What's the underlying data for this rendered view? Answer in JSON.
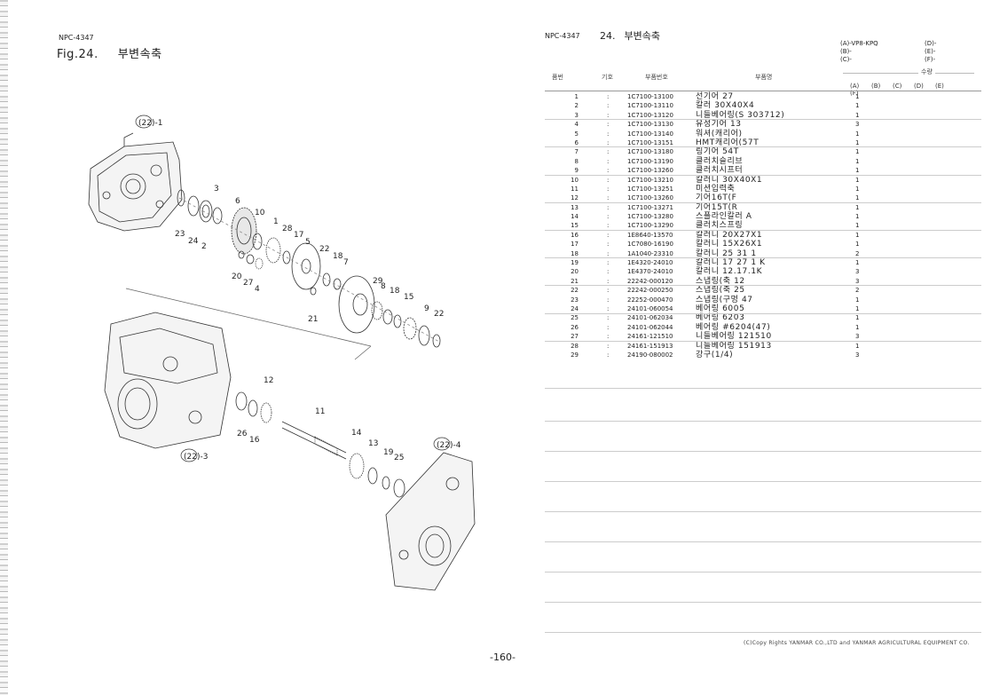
{
  "left_page": {
    "code": "NPC-4347",
    "fig_label": "Fig.24.",
    "fig_title": "부변속축",
    "callouts": {
      "c22_1": "(22)-1",
      "c22_3": "(22)-3",
      "c22_4": "(22)-4",
      "nums": [
        "3",
        "6",
        "10",
        "1",
        "28",
        "17",
        "5",
        "22",
        "18",
        "7",
        "23",
        "24",
        "2",
        "20",
        "27",
        "4",
        "21",
        "29",
        "8",
        "18",
        "15",
        "9",
        "22",
        "12",
        "11",
        "26",
        "16",
        "14",
        "13",
        "19",
        "25"
      ]
    }
  },
  "right_page": {
    "code": "NPC-4347",
    "section_no": "24.",
    "section_title": "부변속축",
    "models": {
      "a": "(A)-VP8-KPQ",
      "b": "(B)-",
      "c": "(C)-",
      "d": "(D)-",
      "e": "(E)-",
      "f": "(F)-"
    },
    "headers": {
      "no": "품번",
      "group": "기호",
      "part_no": "부품번호",
      "name": "부품명",
      "qty": "수량"
    },
    "qty_cols": [
      "(A)",
      "(B)",
      "(C)",
      "(D)",
      "(E)",
      "(F)"
    ],
    "parts": [
      {
        "no": "1",
        "grp": ":",
        "pno": "1C7100-13100",
        "name": "선기어 27",
        "qty": "1"
      },
      {
        "no": "2",
        "grp": ":",
        "pno": "1C7100-13110",
        "name": "칼러 30X40X4",
        "qty": "1"
      },
      {
        "no": "3",
        "grp": ":",
        "pno": "1C7100-13120",
        "name": "니들베어링(S 303712)",
        "qty": "1"
      },
      {
        "no": "4",
        "grp": ":",
        "pno": "1C7100-13130",
        "name": "유성기어 13",
        "qty": "3"
      },
      {
        "no": "5",
        "grp": ":",
        "pno": "1C7100-13140",
        "name": "워셔(캐리어)",
        "qty": "1"
      },
      {
        "no": "6",
        "grp": ":",
        "pno": "1C7100-13151",
        "name": "HMT캐리어(57T",
        "qty": "1"
      },
      {
        "no": "7",
        "grp": ":",
        "pno": "1C7100-13180",
        "name": "링기어 54T",
        "qty": "1"
      },
      {
        "no": "8",
        "grp": ":",
        "pno": "1C7100-13190",
        "name": "클러치슬리브",
        "qty": "1"
      },
      {
        "no": "9",
        "grp": ":",
        "pno": "1C7100-13260",
        "name": "클러치시프터",
        "qty": "1"
      },
      {
        "no": "10",
        "grp": ":",
        "pno": "1C7100-13210",
        "name": "칼러니 30X40X1",
        "qty": "1"
      },
      {
        "no": "11",
        "grp": ":",
        "pno": "1C7100-13251",
        "name": "미션입력축",
        "qty": "1"
      },
      {
        "no": "12",
        "grp": ":",
        "pno": "1C7100-13260",
        "name": "기어16T(F",
        "qty": "1"
      },
      {
        "no": "13",
        "grp": ":",
        "pno": "1C7100-13271",
        "name": "기어15T(R",
        "qty": "1"
      },
      {
        "no": "14",
        "grp": ":",
        "pno": "1C7100-13280",
        "name": "스플라인칼러 A",
        "qty": "1"
      },
      {
        "no": "15",
        "grp": ":",
        "pno": "1C7100-13290",
        "name": "클러치스프링",
        "qty": "1"
      },
      {
        "no": "16",
        "grp": ":",
        "pno": "1E8640-13570",
        "name": "칼러니 20X27X1",
        "qty": "1"
      },
      {
        "no": "17",
        "grp": ":",
        "pno": "1C7080-16190",
        "name": "칼러니 15X26X1",
        "qty": "1"
      },
      {
        "no": "18",
        "grp": ":",
        "pno": "1A1040-23310",
        "name": "칼러니 25 31 1",
        "qty": "2"
      },
      {
        "no": "19",
        "grp": ":",
        "pno": "1E4320-24010",
        "name": "칼러니 17 27 1 K",
        "qty": "1"
      },
      {
        "no": "20",
        "grp": ":",
        "pno": "1E4370-24010",
        "name": "칼러니 12.17.1K",
        "qty": "3"
      },
      {
        "no": "21",
        "grp": ":",
        "pno": "22242-000120",
        "name": "스냅링(축 12",
        "qty": "3"
      },
      {
        "no": "22",
        "grp": ":",
        "pno": "22242-000250",
        "name": "스냅링(축 25",
        "qty": "2"
      },
      {
        "no": "23",
        "grp": ":",
        "pno": "22252-000470",
        "name": "스냅링(구멍 47",
        "qty": "1"
      },
      {
        "no": "24",
        "grp": ":",
        "pno": "24101-060054",
        "name": "베어링 6005",
        "qty": "1"
      },
      {
        "no": "25",
        "grp": ":",
        "pno": "24101-062034",
        "name": "베어링 6203",
        "qty": "1"
      },
      {
        "no": "26",
        "grp": ":",
        "pno": "24101-062044",
        "name": "베어링 #6204(47)",
        "qty": "1"
      },
      {
        "no": "27",
        "grp": ":",
        "pno": "24161-121510",
        "name": "니들베어링 121510",
        "qty": "3"
      },
      {
        "no": "28",
        "grp": ":",
        "pno": "24161-151913",
        "name": "니들베어링 151913",
        "qty": "1"
      },
      {
        "no": "29",
        "grp": ":",
        "pno": "24190-080002",
        "name": "강구(1/4)",
        "qty": "3"
      }
    ],
    "copyright": "(C)Copy Rights YANMAR CO.,LTD and YANMAR AGRICULTURAL EQUIPMENT CO.",
    "page_number": "-160-"
  }
}
